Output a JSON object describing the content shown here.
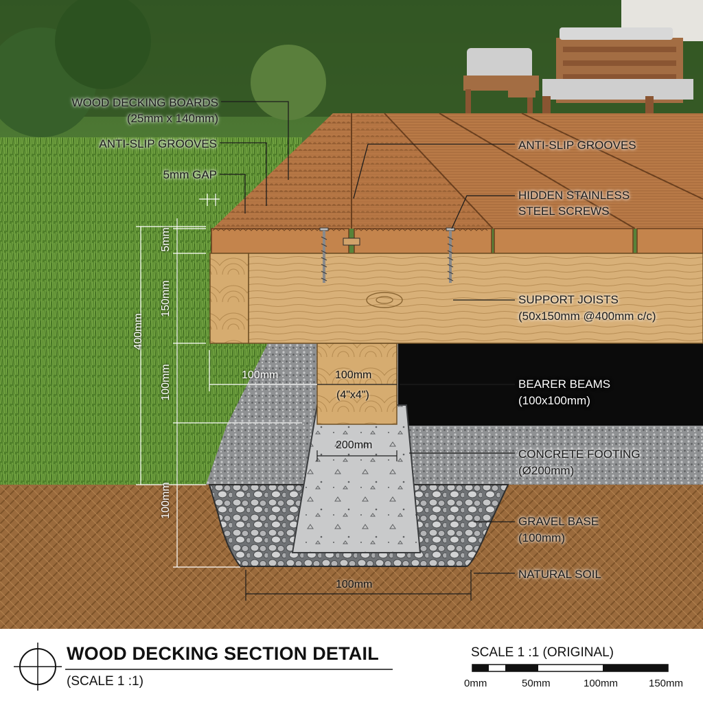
{
  "labels": {
    "decking_boards_line1": "WOOD DECKING BOARDS",
    "decking_boards_line2": "(25mm x 140mm)",
    "anti_slip_left": "ANTI-SLIP GROOVES",
    "gap": "5mm GAP",
    "anti_slip_right": "ANTI-SLIP GROOVES",
    "screws_line1": "HIDDEN STAINLESS",
    "screws_line2": "STEEL SCREWS",
    "joists_line1": "SUPPORT JOISTS",
    "joists_line2": "(50x150mm @400mm c/c)",
    "bearer_line1": "BEARER BEAMS",
    "bearer_line2": "(100x100mm)",
    "footing_line1": "CONCRETE FOOTING",
    "footing_line2": "(Ø200mm)",
    "gravel_line1": "GRAVEL BASE",
    "gravel_line2": "(100mm)",
    "soil": "NATURAL SOIL"
  },
  "dimensions": {
    "board_thickness": "5mm",
    "joist_depth": "150mm",
    "total_height": "400mm",
    "bearer_height": "100mm",
    "gravel_depth": "100mm",
    "offset_width": "100mm",
    "bearer_width": "100mm",
    "bearer_size": "(4\"x4\")",
    "footing_width": "200mm",
    "base_width": "100mm"
  },
  "footer": {
    "title": "WOOD DECKING SECTION DETAIL",
    "subtitle": "(SCALE 1 :1)",
    "scale_title": "SCALE 1 :1 (ORIGINAL)",
    "scale_ticks": [
      "0mm",
      "50mm",
      "100mm",
      "150mm"
    ]
  },
  "colors": {
    "decking": "#b97a47",
    "joist": "#d8b078",
    "soil": "#9a6a3c",
    "concrete": "#c9cacb",
    "grass": "#5e8f34",
    "void": "#0b0b0b"
  }
}
